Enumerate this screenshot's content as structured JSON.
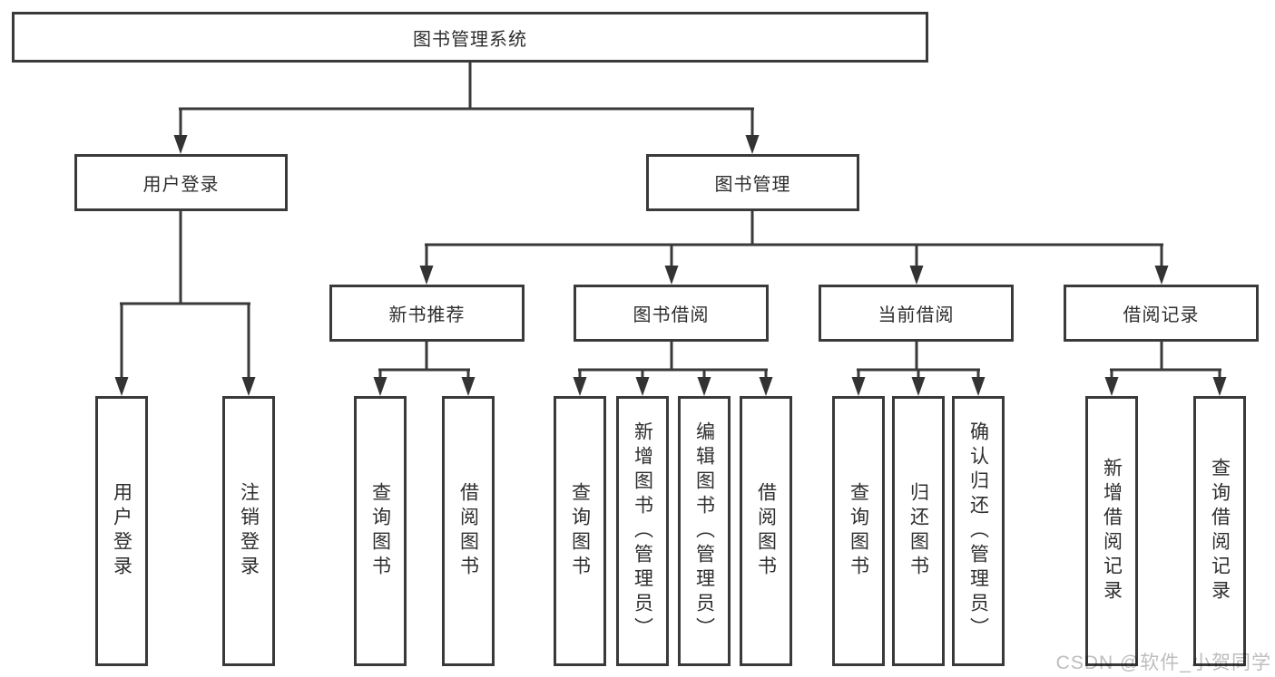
{
  "diagram_type": "hierarchy-tree",
  "tree": {
    "root": {
      "label": "图书管理系统"
    },
    "branches": [
      {
        "label": "用户登录",
        "children": [
          {
            "label": "用户登录"
          },
          {
            "label": "注销登录"
          }
        ]
      },
      {
        "label": "图书管理",
        "children": [
          {
            "label": "新书推荐",
            "children": [
              {
                "label": "查询图书"
              },
              {
                "label": "借阅图书"
              }
            ]
          },
          {
            "label": "图书借阅",
            "children": [
              {
                "label": "查询图书"
              },
              {
                "label": "新增图书（管理员）"
              },
              {
                "label": "编辑图书（管理员）"
              },
              {
                "label": "借阅图书"
              }
            ]
          },
          {
            "label": "当前借阅",
            "children": [
              {
                "label": "查询图书"
              },
              {
                "label": "归还图书"
              },
              {
                "label": "确认归还（管理员）"
              }
            ]
          },
          {
            "label": "借阅记录",
            "children": [
              {
                "label": "新增借阅记录"
              },
              {
                "label": "查询借阅记录"
              }
            ]
          }
        ]
      }
    ]
  },
  "watermark": "CSDN @软件_小贺同学",
  "colors": {
    "line": "#3a3a3a",
    "box_border": "#3a3a3a",
    "text": "#2e2e2e",
    "watermark": "#bdbdbd",
    "background": "#ffffff"
  }
}
